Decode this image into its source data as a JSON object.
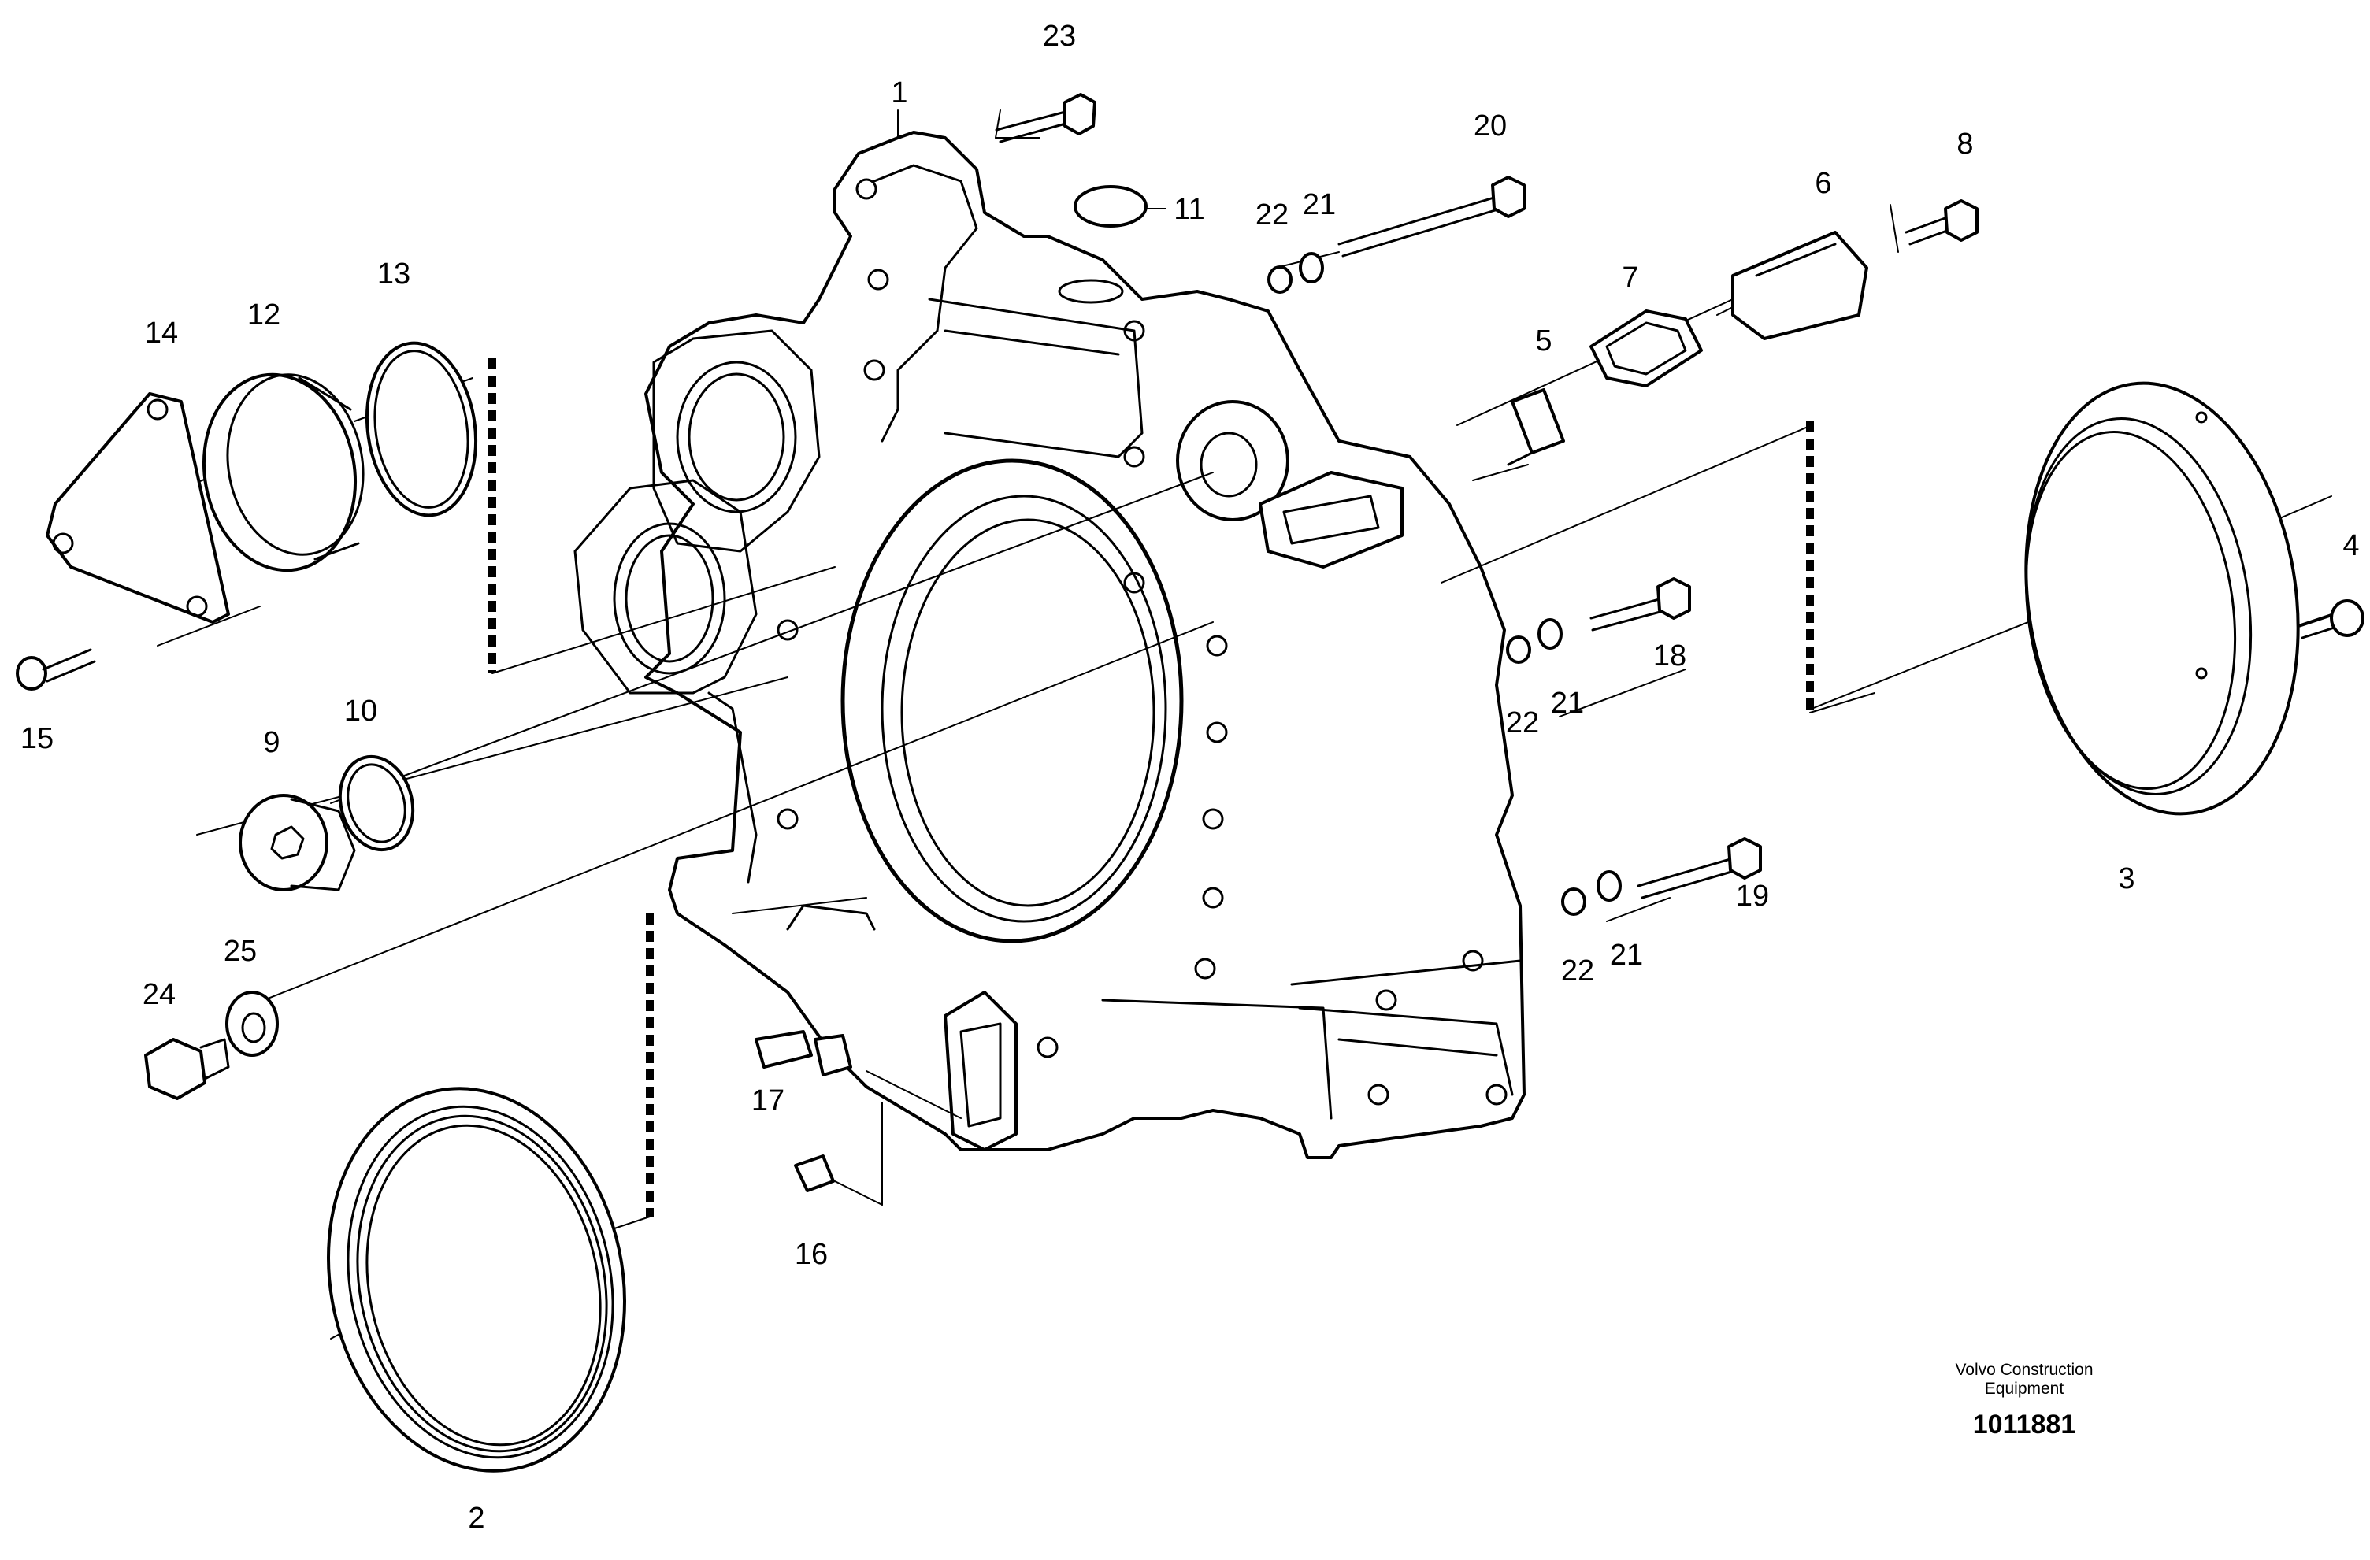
{
  "callouts": [
    "1",
    "2",
    "3",
    "4",
    "5",
    "6",
    "7",
    "8",
    "9",
    "10",
    "11",
    "12",
    "13",
    "14",
    "15",
    "16",
    "17",
    "18",
    "19",
    "20",
    "21",
    "22",
    "23",
    "24",
    "25"
  ],
  "callouts_repeat": {
    "r21a": "21",
    "r21b": "21",
    "r22a": "22",
    "r22b": "22"
  },
  "footer": {
    "org_line1": "Volvo Construction",
    "org_line2": "Equipment",
    "drawing_number": "1011881"
  },
  "colors": {
    "ink": "#000000",
    "paper": "#ffffff"
  }
}
